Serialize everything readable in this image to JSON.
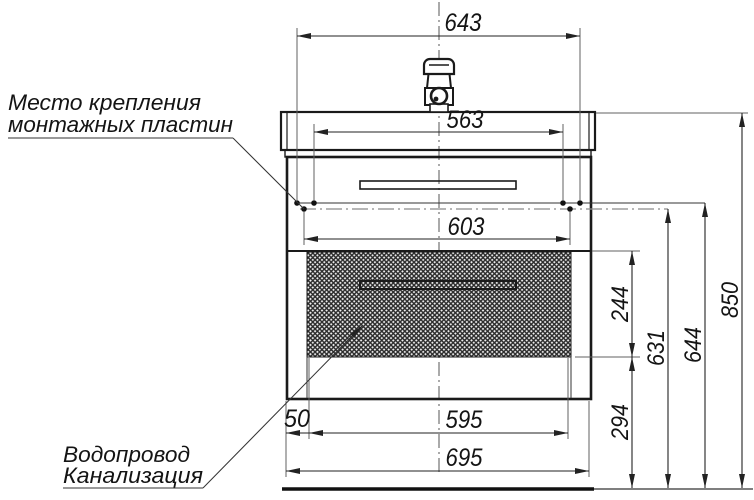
{
  "drawing": {
    "type": "bathroom-vanity-front-elevation",
    "labels": {
      "mounting_plates": {
        "line1": "Место крепления",
        "line2": "монтажных пластин"
      },
      "plumbing": {
        "line1": "Водопровод",
        "line2": "Канализация"
      }
    },
    "dimensions": {
      "top_mount_width": "643",
      "sink_mount_width": "563",
      "inner_mount_width": "603",
      "plumb_zone_height": "244",
      "lower_mount_height": "631",
      "upper_mount_height": "644",
      "overall_height": "850",
      "zone_to_floor_height": "294",
      "zone_left_offset": "50",
      "zone_width": "595",
      "cabinet_width": "695"
    },
    "colors": {
      "object_line": "#1a1a1a",
      "dimension_line": "#222222",
      "extension_line": "#606060",
      "background": "#ffffff"
    }
  }
}
